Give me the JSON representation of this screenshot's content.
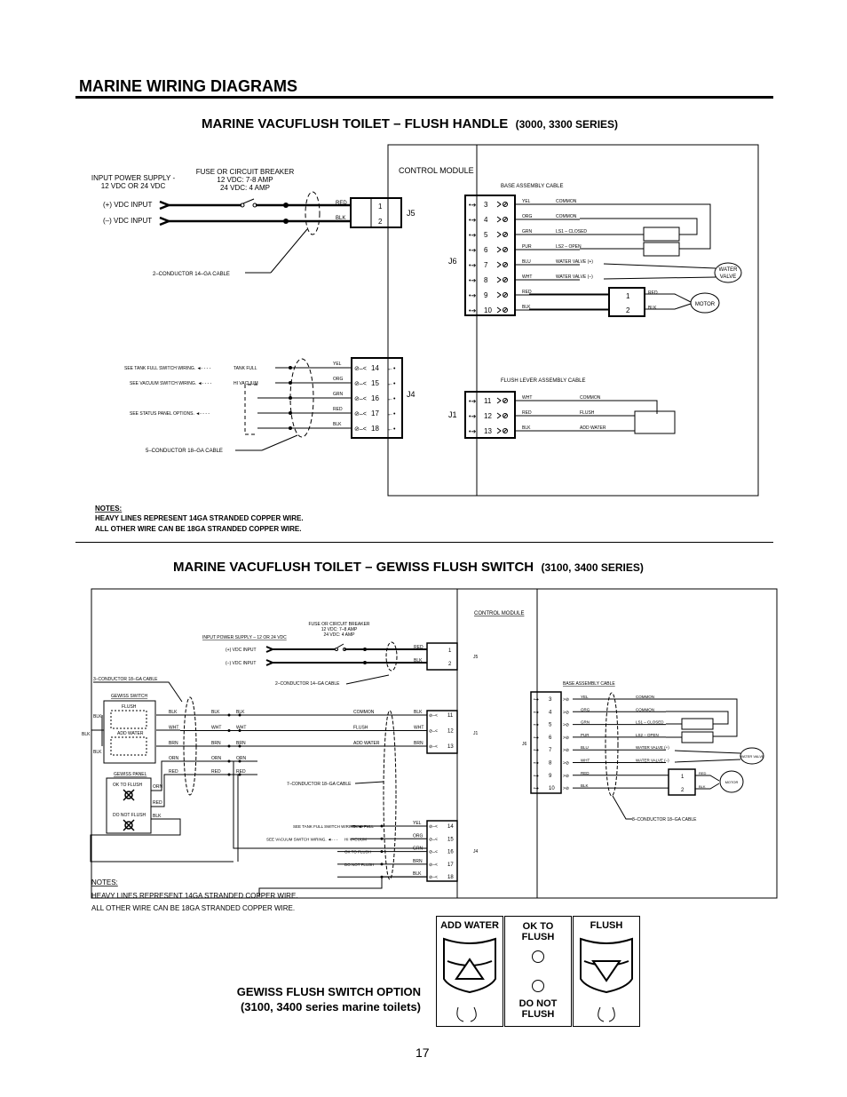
{
  "page": {
    "heading": "MARINE WIRING DIAGRAMS",
    "page_number": "17"
  },
  "diagram1": {
    "title": "MARINE VACUFLUSH TOILET – FLUSH HANDLE",
    "series": "(3000, 3300 SERIES)",
    "power_supply": [
      "INPUT POWER SUPPLY -",
      "12 VDC OR 24 VDC"
    ],
    "breaker": [
      "FUSE OR CIRCUIT BREAKER",
      "12 VDC: 7-8 AMP",
      "24 VDC: 4 AMP"
    ],
    "plus_input": "(+)  VDC  INPUT",
    "minus_input": "(–)  VDC  INPUT",
    "control_module": "CONTROL  MODULE",
    "base_cable": "BASE  ASSEMBLY  CABLE",
    "flush_lever_cable": "FLUSH  LEVER  ASSEMBLY  CABLE",
    "cable_2c": "2–CONDUCTOR  14–GA  CABLE",
    "cable_5c": "5–CONDUCTOR  18–GA  CABLE",
    "j5_wires": [
      "RED",
      "BLK"
    ],
    "j6_rows": [
      {
        "pin": "3",
        "color": "YEL",
        "func": "COMMON"
      },
      {
        "pin": "4",
        "color": "ORG",
        "func": "COMMON"
      },
      {
        "pin": "5",
        "color": "GRN",
        "func": "LS1 – CLOSED"
      },
      {
        "pin": "6",
        "color": "PUR",
        "func": "LS2 – OPEN"
      },
      {
        "pin": "7",
        "color": "BLU",
        "func": "WATER VALVE (+)"
      },
      {
        "pin": "8",
        "color": "WHT",
        "func": "WATER VALVE (–)"
      },
      {
        "pin": "9",
        "color": "RED",
        "func": ""
      },
      {
        "pin": "10",
        "color": "BLK",
        "func": ""
      }
    ],
    "j4_rows": [
      {
        "pin": "14",
        "color": "YEL",
        "left": "SEE TANK FULL SWITCH WIRING.",
        "sig": "TANK FULL"
      },
      {
        "pin": "15",
        "color": "ORG",
        "left": "SEE VACUUM SWITCH WIRING.",
        "sig": "HI VACUUM"
      },
      {
        "pin": "16",
        "color": "GRN",
        "left": "",
        "sig": ""
      },
      {
        "pin": "17",
        "color": "RED",
        "left": "SEE STATUS PANEL OPTIONS.",
        "sig": ""
      },
      {
        "pin": "18",
        "color": "BLK",
        "left": "",
        "sig": ""
      }
    ],
    "j1_rows": [
      {
        "pin": "11",
        "color": "WHT",
        "func": "COMMON"
      },
      {
        "pin": "12",
        "color": "RED",
        "func": "FLUSH"
      },
      {
        "pin": "13",
        "color": "BLK",
        "func": "ADD WATER"
      }
    ],
    "water_valve": [
      "WATER",
      "VALVE"
    ],
    "motor": "MOTOR",
    "motor_wires": [
      "RED",
      "BLK"
    ],
    "connectors": {
      "j5": "J5",
      "j6": "J6",
      "j4": "J4",
      "j1": "J1"
    },
    "notes_title": "NOTES:",
    "notes": [
      "HEAVY  LINES  REPRESENT  14GA  STRANDED  COPPER  WIRE.",
      "ALL  OTHER  WIRE  CAN  BE  18GA  STRANDED  COPPER  WIRE."
    ]
  },
  "diagram2": {
    "title": "MARINE VACUFLUSH TOILET – GEWISS FLUSH SWITCH",
    "series": "(3100, 3400 SERIES)",
    "control_module": "CONTROL  MODULE",
    "power_supply": "INPUT POWER SUPPLY – 12 OR 24 VDC",
    "breaker": [
      "FUSE OR CIRCUIT BREAKER",
      "12 VDC: 7–8 AMP",
      "24 VDC: 4 AMP"
    ],
    "plus_input": "(+) VDC INPUT",
    "minus_input": "(–) VDC INPUT",
    "cable_2c": "2–CONDUCTOR 14–GA CABLE",
    "cable_3c": "3–CONDUCTOR 18–GA CABLE",
    "cable_7c": "7–CONDUCTOR 18–GA CABLE",
    "cable_8c": "8–CONDUCTOR 18–GA CABLE",
    "base_cable": "BASE ASSEMBLY CABLE",
    "gewiss_switch": "GEWISS SWITCH",
    "gewiss_panel": "GEWISS PANEL",
    "flush": "FLUSH",
    "add_water": "ADD WATER",
    "ok_to_flush": "OK TO FLUSH",
    "do_not_flush": "DO NOT FLUSH",
    "mid_rows": [
      {
        "left": "BLK",
        "mid": "BLK",
        "sig": "COMMON",
        "right": "BLK",
        "pin": "11"
      },
      {
        "left": "WHT",
        "mid": "WHT",
        "sig": "FLUSH",
        "right": "WHT",
        "pin": "12"
      },
      {
        "left": "BRN",
        "mid": "BRN",
        "sig": "ADD WATER",
        "right": "BRN",
        "pin": "13"
      },
      {
        "left": "ORN",
        "mid": "ORN",
        "sig": "",
        "right": "",
        "pin": ""
      },
      {
        "left": "RED",
        "mid": "RED",
        "sig": "",
        "right": "",
        "pin": ""
      }
    ],
    "j4_rows": [
      {
        "pin": "14",
        "color": "YEL",
        "sig": "TANK FULL",
        "left": "SEE TANK FULL SWITCH WIRING."
      },
      {
        "pin": "15",
        "color": "ORG",
        "sig": "HI VACUUM",
        "left": "SEE VACUUM SWITCH WIRING."
      },
      {
        "pin": "16",
        "color": "GRN",
        "sig": "OK TO FLUSH",
        "left": ""
      },
      {
        "pin": "17",
        "color": "BRN",
        "sig": "DO NOT FLUSH",
        "left": ""
      },
      {
        "pin": "18",
        "color": "BLK",
        "sig": "",
        "left": ""
      }
    ],
    "j6_rows": [
      {
        "pin": "3",
        "color": "YEL",
        "func": "COMMON"
      },
      {
        "pin": "4",
        "color": "ORG",
        "func": "COMMON"
      },
      {
        "pin": "5",
        "color": "GRN",
        "func": "LS1 – CLOSED"
      },
      {
        "pin": "6",
        "color": "PUR",
        "func": "LS2 – OPEN"
      },
      {
        "pin": "7",
        "color": "BLU",
        "func": "WATER VALVE (+)"
      },
      {
        "pin": "8",
        "color": "WHT",
        "func": "WATER VALVE (–)"
      },
      {
        "pin": "9",
        "color": "RED",
        "func": ""
      },
      {
        "pin": "10",
        "color": "BLK",
        "func": ""
      }
    ],
    "panel_wires": [
      "ORN",
      "RED",
      "BLK"
    ],
    "water_valve": "WATER VALVE",
    "motor": "MOTOR",
    "motor_wires": [
      "RED",
      "BLK"
    ],
    "connectors": {
      "j5": "J5",
      "j1": "J1",
      "j4": "J4",
      "j6": "J6"
    },
    "notes_title": "NOTES:",
    "notes": [
      "HEAVY  LINES  REPRESENT  14GA  STRANDED  COPPER  WIRE.",
      "ALL  OTHER  WIRE  CAN  BE  18GA  STRANDED  COPPER  WIRE."
    ]
  },
  "switch_option": {
    "caption_line1": "GEWISS FLUSH SWITCH OPTION",
    "caption_line2": "(3100, 3400 series marine toilets)",
    "add_water": "ADD WATER",
    "ok_to_flush": [
      "OK TO",
      "FLUSH"
    ],
    "do_not_flush": [
      "DO NOT",
      "FLUSH"
    ],
    "flush": "FLUSH"
  }
}
